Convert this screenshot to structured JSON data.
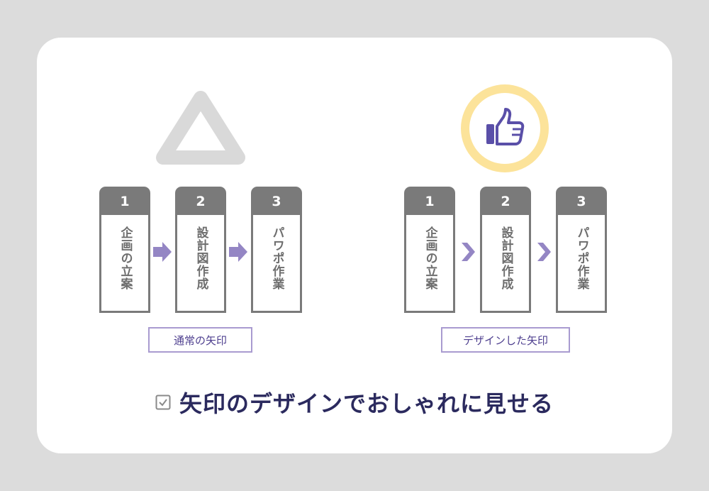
{
  "left_panel": {
    "steps": [
      {
        "number": "1",
        "label": "企画の立案"
      },
      {
        "number": "2",
        "label": "設計図作成"
      },
      {
        "number": "3",
        "label": "パワポ作業"
      }
    ],
    "caption": "通常の矢印",
    "rating_icon": "triangle-icon"
  },
  "right_panel": {
    "steps": [
      {
        "number": "1",
        "label": "企画の立案"
      },
      {
        "number": "2",
        "label": "設計図作成"
      },
      {
        "number": "3",
        "label": "パワポ作業"
      }
    ],
    "caption": "デザインした矢印",
    "rating_icon": "thumbs-up-icon"
  },
  "footer": {
    "title": "矢印のデザインでおしゃれに見せる",
    "icon": "checkbox-icon"
  },
  "colors": {
    "background": "#dcdcdc",
    "card": "#ffffff",
    "step_gray": "#7a7a7a",
    "arrow_purple": "#9486c4",
    "accent_purple": "#5a4fa8",
    "badge_yellow": "#fce39a",
    "title_navy": "#2b2a5e"
  }
}
